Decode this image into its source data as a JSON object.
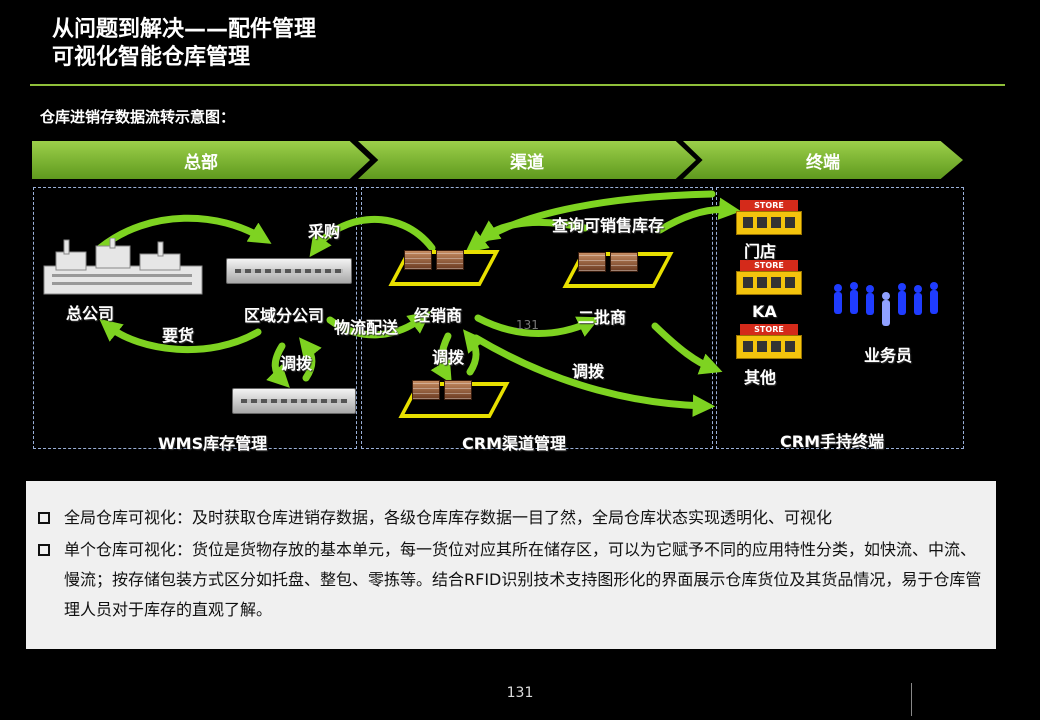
{
  "slide": {
    "title_line1": "从问题到解决——配件管理",
    "title_line2": "可视化智能仓库管理",
    "subtitle": "仓库进销存数据流转示意图：",
    "page_number": "131"
  },
  "stages": [
    {
      "label": "总部"
    },
    {
      "label": "渠道"
    },
    {
      "label": "终端"
    }
  ],
  "zones": [
    {
      "label": "WMS库存管理"
    },
    {
      "label": "CRM渠道管理"
    },
    {
      "label": "CRM手持终端"
    }
  ],
  "nodes": {
    "hq": "总公司",
    "regional": "区域分公司",
    "dealer": "经销商",
    "wholesaler": "二批商",
    "store": "门店",
    "ka": "KA",
    "other": "其他",
    "salesperson": "业务员"
  },
  "store_sign": "STORE",
  "flows": {
    "purchase": "采购",
    "order": "要货",
    "transfer_left": "调拨",
    "logistics": "物流配送",
    "transfer_mid": "调拨",
    "transfer_right": "调拨",
    "query_stock": "查询可销售库存",
    "overlay_number": "131"
  },
  "bullets": [
    {
      "text": "全局仓库可视化：及时获取仓库进销存数据，各级仓库库存数据一目了然，全局仓库状态实现透明化、可视化"
    },
    {
      "text": "单个仓库可视化：货位是货物存放的基本单元，每一货位对应其所在储存区，可以为它赋予不同的应用特性分类，如快流、中流、慢流；按存储包装方式区分如托盘、整包、零拣等。结合RFID识别技术支持图形化的界面展示仓库货位及其货品情况，易于仓库管理人员对于库存的直观了解。"
    }
  ],
  "colors": {
    "accent_green": "#8fbf3a",
    "arrow_green": "#7ed321",
    "pallet_yellow": "#e8e000",
    "zone_border": "#9ab0d8"
  }
}
